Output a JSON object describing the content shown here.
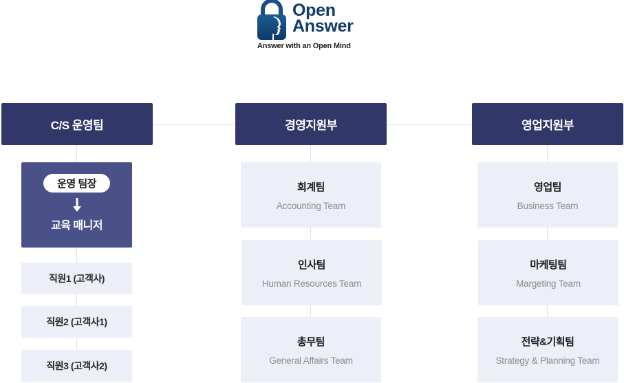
{
  "logo": {
    "name_line1": "Open",
    "name_line2": "Answer",
    "tagline": "Answer with an Open Mind",
    "icon": "padlock-face-icon",
    "brand_color": "#123c6a"
  },
  "colors": {
    "dept_header": "#313769",
    "leader_box": "#4a5189",
    "sub_box": "#eceef8",
    "connector": "#e1e1e1",
    "english_label": "#8d8d8d"
  },
  "departments": [
    {
      "title": "C/S 운영팀",
      "leader": {
        "badge": "운영 팀장",
        "arrow_icon": "arrow-down-icon",
        "sub": "교육 매니저"
      },
      "staff": [
        "직원1 (고객사)",
        "직원2 (고객사1)",
        "직원3 (고객사2)"
      ]
    },
    {
      "title": "경영지원부",
      "teams": [
        {
          "ko": "회계팀",
          "en": "Accounting Team"
        },
        {
          "ko": "인사팀",
          "en": "Human Resources Team"
        },
        {
          "ko": "총무팀",
          "en": "General Affairs Team"
        }
      ]
    },
    {
      "title": "영업지원부",
      "teams": [
        {
          "ko": "영업팀",
          "en": "Business Team"
        },
        {
          "ko": "마케팅팀",
          "en": "Margeting Team"
        },
        {
          "ko": "전략&기획팀",
          "en": "Strategy & Planning Team"
        }
      ]
    }
  ]
}
